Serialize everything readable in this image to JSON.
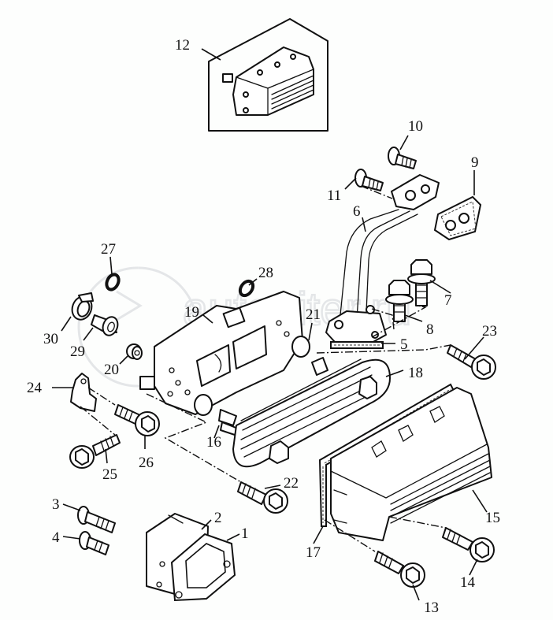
{
  "diagram": {
    "title": "Oil cooler assembly — exploded parts view",
    "watermark": "autopiter.ru",
    "background_color": "#fdfefd",
    "line_color": "#111111",
    "callouts": [
      {
        "id": "1",
        "part": "gasket"
      },
      {
        "id": "2",
        "part": "cover-plate"
      },
      {
        "id": "3",
        "part": "flange-bolt"
      },
      {
        "id": "4",
        "part": "flange-bolt"
      },
      {
        "id": "5",
        "part": "gasket"
      },
      {
        "id": "6",
        "part": "oil-pipe"
      },
      {
        "id": "7",
        "part": "hex-bolt"
      },
      {
        "id": "8",
        "part": "hex-bolt"
      },
      {
        "id": "9",
        "part": "flange-gasket"
      },
      {
        "id": "10",
        "part": "flange-bolt"
      },
      {
        "id": "11",
        "part": "flange-bolt"
      },
      {
        "id": "12",
        "part": "oil-cooler-assembly"
      },
      {
        "id": "13",
        "part": "hex-bolt"
      },
      {
        "id": "14",
        "part": "hex-bolt"
      },
      {
        "id": "15",
        "part": "cooler-cover"
      },
      {
        "id": "16",
        "part": "stud"
      },
      {
        "id": "17",
        "part": "cover-gasket"
      },
      {
        "id": "18",
        "part": "cooler-element"
      },
      {
        "id": "19",
        "part": "cooler-housing"
      },
      {
        "id": "20",
        "part": "plug"
      },
      {
        "id": "21",
        "part": "gasket"
      },
      {
        "id": "22",
        "part": "hex-bolt"
      },
      {
        "id": "23",
        "part": "hex-bolt"
      },
      {
        "id": "24",
        "part": "bracket"
      },
      {
        "id": "25",
        "part": "hex-bolt"
      },
      {
        "id": "26",
        "part": "hex-bolt"
      },
      {
        "id": "27",
        "part": "o-ring"
      },
      {
        "id": "28",
        "part": "o-ring"
      },
      {
        "id": "29",
        "part": "union"
      },
      {
        "id": "30",
        "part": "hose-clamp"
      }
    ]
  }
}
